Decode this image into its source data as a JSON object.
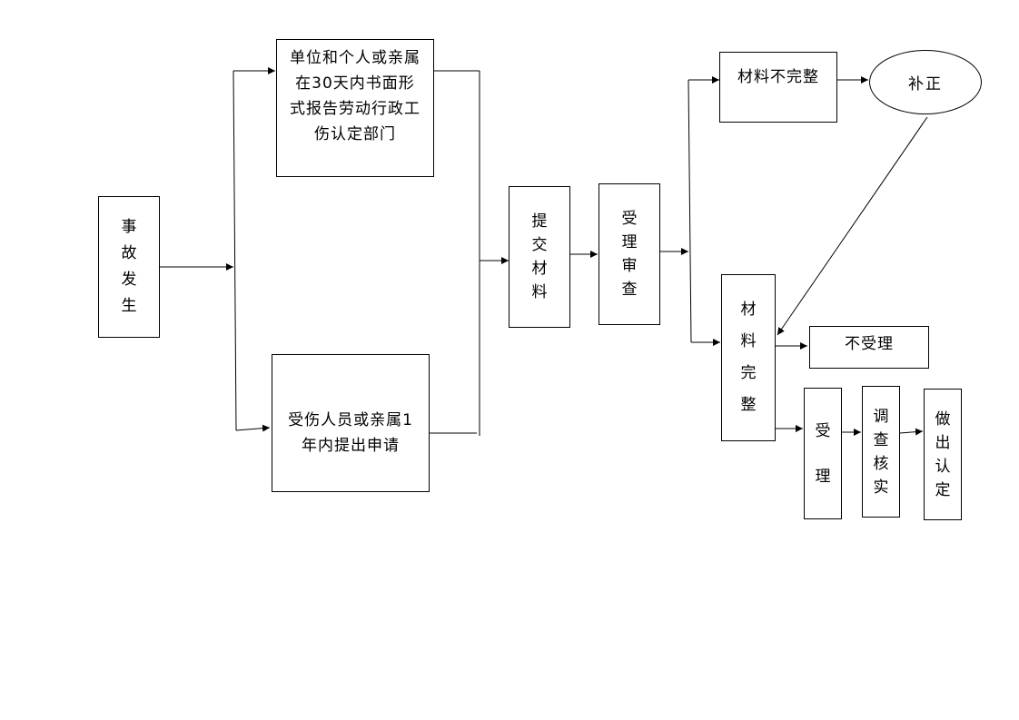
{
  "diagram": {
    "nodes": {
      "accident": "事故发生",
      "unit_report": "单位和个人或亲属在30天内书面形式报告劳动行政工伤认定部门",
      "injured_apply": "受伤人员或亲属1年内提出申请",
      "submit": "提交材料",
      "review": "受理审查",
      "incomplete": "材料不完整",
      "supplement": "补正",
      "complete": "材料完整",
      "reject": "不受理",
      "accept": "受理",
      "verify": "调查核实",
      "decide": "做出认定"
    },
    "colors": {
      "line": "#000000",
      "fill": "#ffffff"
    }
  }
}
